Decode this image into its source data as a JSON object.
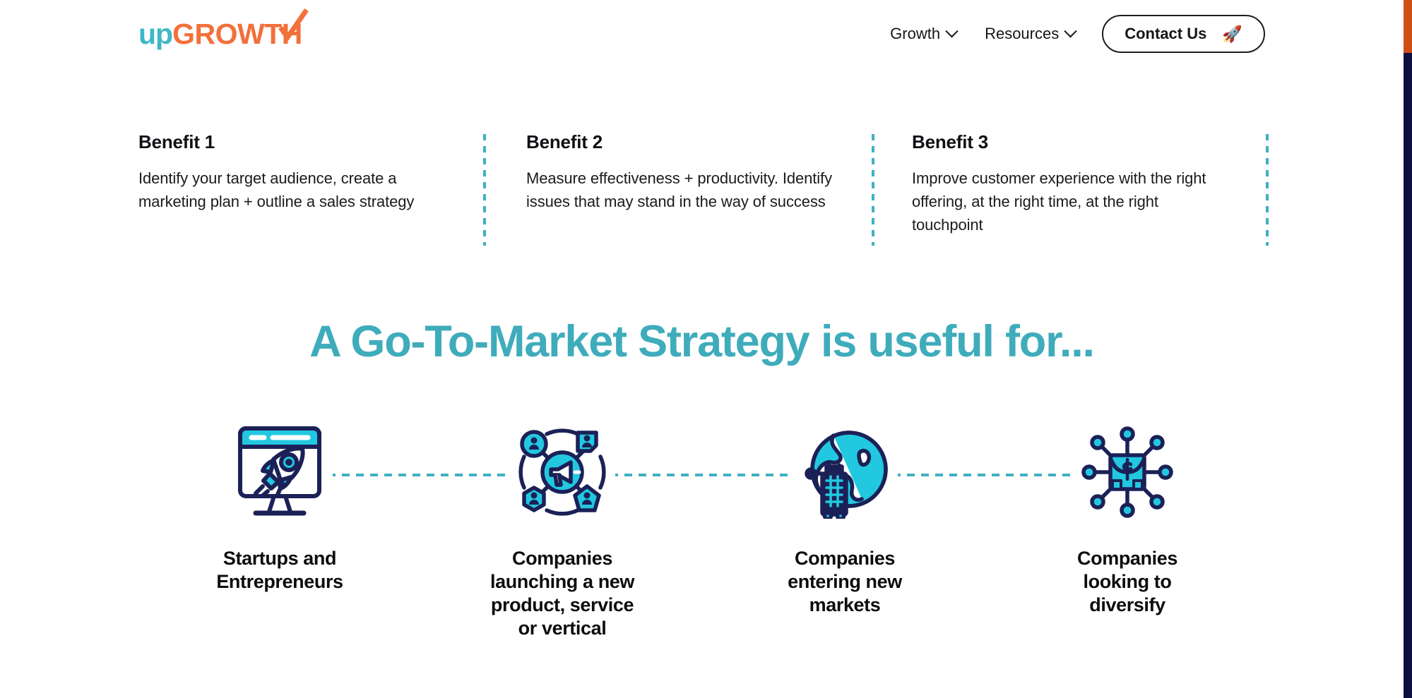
{
  "header": {
    "logo": {
      "part1": "up",
      "part2": "GROWTH",
      "check_icon": "checkmark-icon"
    },
    "nav": [
      {
        "label": "Growth",
        "icon": "chevron-down-icon"
      },
      {
        "label": "Resources",
        "icon": "chevron-down-icon"
      }
    ],
    "cta": {
      "label": "Contact Us",
      "icon": "rocket-icon",
      "glyph": "🚀"
    }
  },
  "benefits": [
    {
      "title": "Benefit 1",
      "text": "Identify your target audience, create a marketing plan + outline a sales strategy"
    },
    {
      "title": "Benefit 2",
      "text": "Measure effectiveness + productivity. Identify issues that may stand in the way of success"
    },
    {
      "title": "Benefit 3",
      "text": "Improve customer experience with the right offering, at the right time, at the right touchpoint"
    }
  ],
  "section": {
    "heading": "A Go-To-Market Strategy is useful for...",
    "items": [
      {
        "label": "Startups and Entrepreneurs",
        "icon": "monitor-rocket-icon"
      },
      {
        "label": "Companies launching a new product, service or vertical",
        "icon": "megaphone-network-icon"
      },
      {
        "label": "Companies entering new markets",
        "icon": "globe-cart-icon"
      },
      {
        "label": "Companies looking to diversify",
        "icon": "briefcase-dollar-network-icon"
      }
    ]
  },
  "colors": {
    "teal": "#3FACBB",
    "teal_dash": "#3FB1C0",
    "orange": "#F2703A",
    "navy": "#0B1040",
    "cyan": "#22C8E0",
    "text_dark": "#101014",
    "scrollbar_thumb": "#CF4E16"
  },
  "scrollbar": {
    "name": "vertical-scrollbar"
  }
}
